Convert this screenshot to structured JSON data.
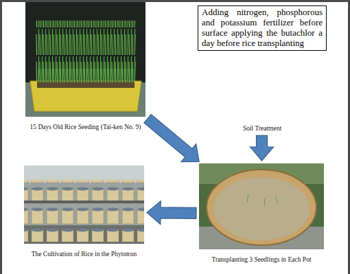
{
  "diagram": {
    "nodes": [
      {
        "text": [
          "15 Days Old Rice Seeding (Tai-ken No. 9)"
        ]
      },
      {
        "text": [
          "Adding nitrogen, phosphorous and potassium fertilizer before surface applying the butachlor a day before rice transplanting",
          "Soil Treatment"
        ]
      },
      {
        "text": [
          "Transplanting 3 Seedlings in Each Pot"
        ]
      },
      {
        "text": [
          "The Cultivation of Rice in the Phytotron"
        ]
      }
    ],
    "edges": [
      {
        "from": 0,
        "to": 2,
        "arrow": "to"
      },
      {
        "from": 1,
        "to": 2,
        "arrow": "to"
      },
      {
        "from": 2,
        "to": 3,
        "arrow": "to"
      }
    ]
  }
}
